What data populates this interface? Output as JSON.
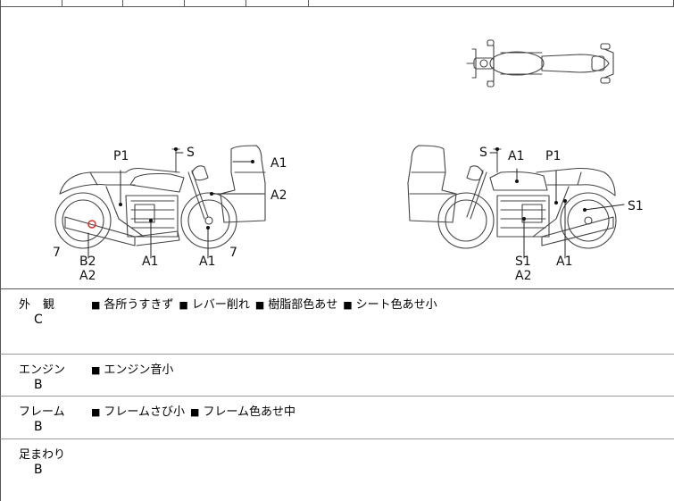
{
  "diagram": {
    "left_side": {
      "labels": {
        "p1": "P1",
        "s": "S",
        "a1_tank_top": "A1",
        "a2_rear": "A2",
        "seven_left": "7",
        "b2": "B2",
        "a2_bottom": "A2",
        "a1_engine": "A1",
        "a1_front": "A1",
        "seven_right": "7"
      }
    },
    "right_side": {
      "labels": {
        "s": "S",
        "a1_top": "A1",
        "p1": "P1",
        "s1_rear": "S1",
        "s1_engine": "S1",
        "a2_bottom": "A2",
        "a1_exhaust": "A1"
      }
    },
    "damage_marker_color": "#d9302c"
  },
  "conditions": [
    {
      "category": "外観",
      "grade": "C",
      "notes": [
        "各所うすきず",
        "レバー削れ",
        "樹脂部色あせ",
        "シート色あせ小"
      ]
    },
    {
      "category": "エンジン",
      "grade": "B",
      "notes": [
        "エンジン音小"
      ]
    },
    {
      "category": "フレーム",
      "grade": "B",
      "notes": [
        "フレームさび小",
        "フレーム色あせ中"
      ]
    },
    {
      "category": "足まわり",
      "grade": "B",
      "notes": []
    }
  ],
  "bullet_glyph": "■"
}
